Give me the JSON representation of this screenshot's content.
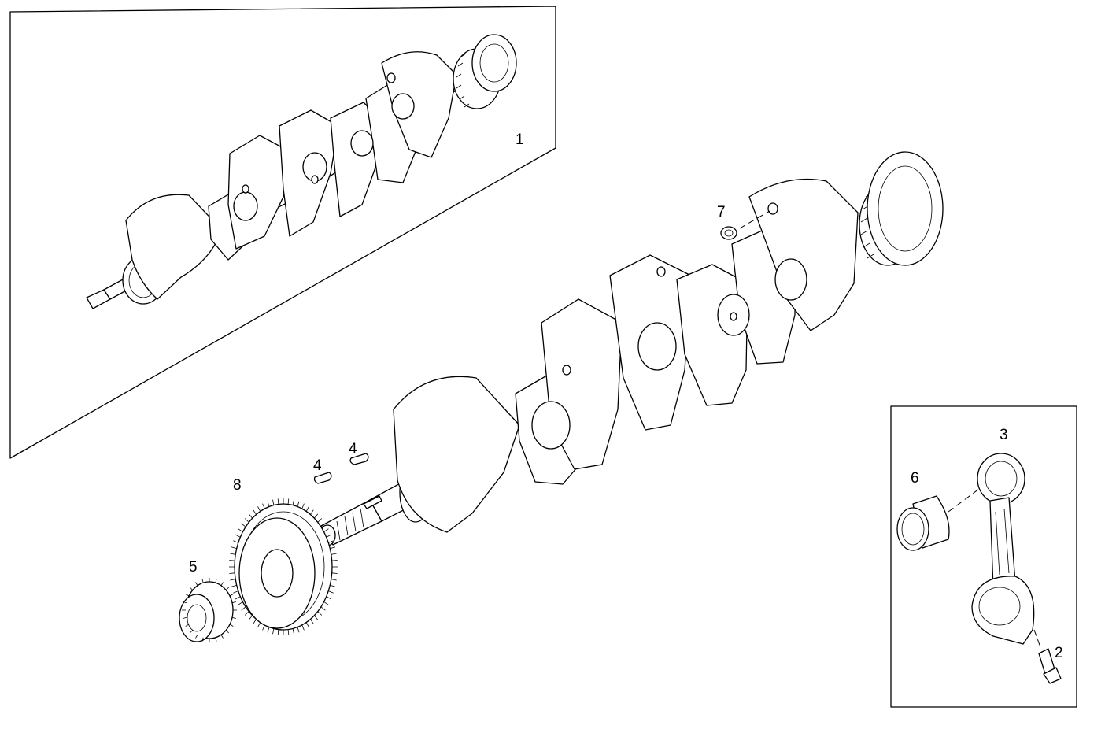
{
  "callouts": {
    "crankshaft_assembly": "1",
    "bolt": "2",
    "connecting_rod": "3",
    "key_a": "4",
    "key_b": "4",
    "pinion_gear": "5",
    "bushing": "6",
    "plug": "7",
    "timing_gear": "8"
  }
}
